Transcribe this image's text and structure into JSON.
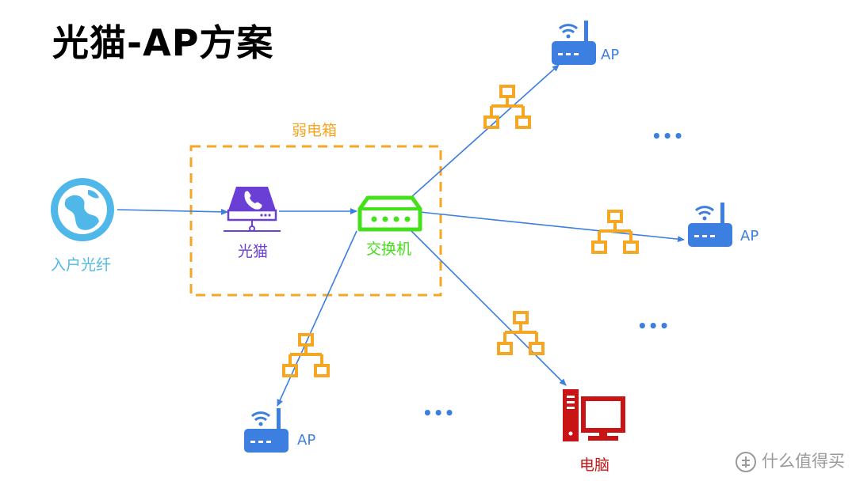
{
  "title": "光猫-AP方案",
  "box_label": "弱电箱",
  "nodes": {
    "fiber": {
      "label": "入户光纤",
      "icon": "globe-icon"
    },
    "modem": {
      "label": "光猫",
      "icon": "modem-phone-icon"
    },
    "switch": {
      "label": "交换机",
      "icon": "switch-icon"
    },
    "ap_top": {
      "label": "AP",
      "icon": "wifi-router-icon"
    },
    "ap_right": {
      "label": "AP",
      "icon": "wifi-router-icon"
    },
    "ap_bottom": {
      "label": "AP",
      "icon": "wifi-router-icon"
    },
    "computer": {
      "label": "电脑",
      "icon": "computer-icon"
    }
  },
  "ellipses": [
    "•••",
    "•••",
    "•••"
  ],
  "watermark": {
    "text": "什么值得买",
    "icon": "smzdm-logo-icon"
  },
  "colors": {
    "link": "#3c7fe0",
    "fiber": "#4fb8e8",
    "modem": "#6a3fd6",
    "switch": "#44e01a",
    "box": "#f5a623",
    "network_icon": "#f5a623",
    "computer": "#c81414",
    "ap": "#3c7fe0"
  }
}
